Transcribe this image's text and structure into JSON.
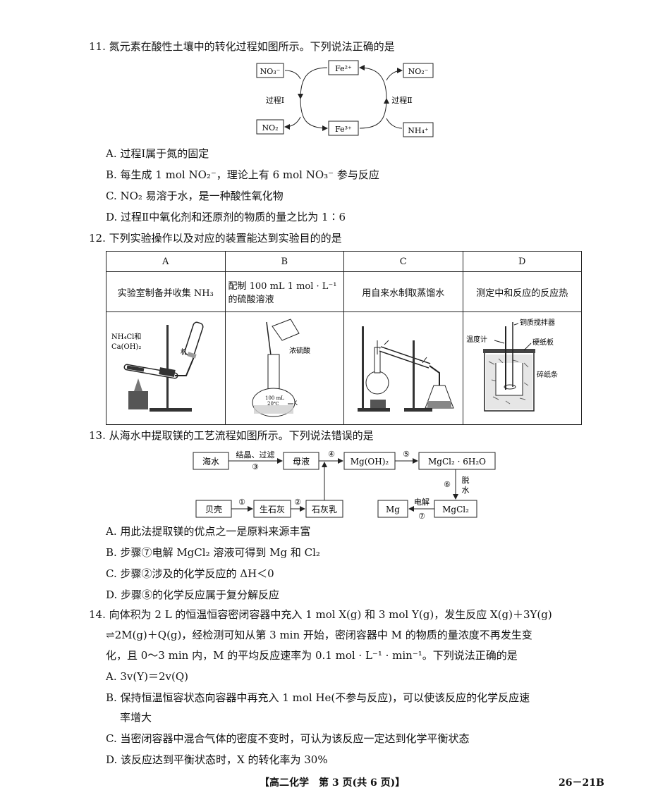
{
  "q11": {
    "stem": "11. 氮元素在酸性土壤中的转化过程如图所示。下列说法正确的是",
    "diagram": {
      "no3": "NO₃⁻",
      "fe2": "Fe²⁺",
      "no2m": "NO₂⁻",
      "no2": "NO₂",
      "fe3": "Fe³⁺",
      "nh4": "NH₄⁺",
      "proc1": "过程Ⅰ",
      "proc2": "过程Ⅱ"
    },
    "options": [
      "A. 过程Ⅰ属于氮的固定",
      "B. 每生成 1 mol NO₂⁻，理论上有 6 mol NO₃⁻ 参与反应",
      "C. NO₂ 易溶于水，是一种酸性氧化物",
      "D. 过程Ⅱ中氧化剂和还原剂的物质的量之比为 1∶6"
    ]
  },
  "q12": {
    "stem": "12. 下列实验操作以及对应的装置能达到实验目的的是",
    "columns": [
      "A",
      "B",
      "C",
      "D"
    ],
    "descriptions": [
      "实验室制备并收集 NH₃",
      "配制 100 mL 1 mol · L⁻¹ 的硫酸溶液",
      "用自来水制取蒸馏水",
      "测定中和反应的反应热"
    ],
    "labels": {
      "a_reagent1": "NH₄Cl和",
      "a_reagent2": "Ca(OH)₂",
      "a_cotton": "棉花",
      "b_acid": "浓硫酸",
      "b_water": "水",
      "b_flask1": "100 mL",
      "b_flask2": "20℃",
      "d_stirrer": "铜质搅拌器",
      "d_thermo": "温度计",
      "d_board": "硬纸板",
      "d_paper": "碎纸条"
    }
  },
  "q13": {
    "stem": "13. 从海水中提取镁的工艺流程如图所示。下列说法错误的是",
    "flow": {
      "seawater": "海水",
      "mother": "母液",
      "mgoh2": "Mg(OH)₂",
      "mgcl2h2o": "MgCl₂ · 6H₂O",
      "shell": "贝壳",
      "lime": "生石灰",
      "limemilk": "石灰乳",
      "mgcl2": "MgCl₂",
      "mg": "Mg",
      "cryst": "结晶、过滤",
      "s1": "①",
      "s2": "②",
      "s3": "③",
      "s4": "④",
      "s5": "⑤",
      "s6": "⑥",
      "s7": "⑦",
      "dehyd1": "脱",
      "dehyd2": "水",
      "elec": "电解"
    },
    "options": [
      "A. 用此法提取镁的优点之一是原料来源丰富",
      "B. 步骤⑦电解 MgCl₂ 溶液可得到 Mg 和 Cl₂",
      "C. 步骤②涉及的化学反应的 ΔH＜0",
      "D. 步骤⑤的化学反应属于复分解反应"
    ]
  },
  "q14": {
    "line1": "14. 向体积为 2 L 的恒温恒容密闭容器中充入 1 mol X(g) 和 3 mol Y(g)，发生反应 X(g)＋3Y(g)",
    "line2": "⇌2M(g)＋Q(g)，经检测可知从第 3 min 开始，密闭容器中 M 的物质的量浓度不再发生变",
    "line3": "化，且 0～3 min 内，M 的平均反应速率为 0.1 mol · L⁻¹ · min⁻¹。下列说法正确的是",
    "options": [
      "A. 3v(Y)＝2v(Q)",
      "B. 保持恒温恒容状态向容器中再充入 1 mol He(不参与反应)，可以使该反应的化学反应速",
      "率增大",
      "C. 当密闭容器中混合气体的密度不变时，可认为该反应一定达到化学平衡状态",
      "D. 该反应达到平衡状态时，X 的转化率为 30%"
    ]
  },
  "footer": {
    "center": "【高二化学　第 3 页(共 6 页)】",
    "code": "26－21B"
  }
}
